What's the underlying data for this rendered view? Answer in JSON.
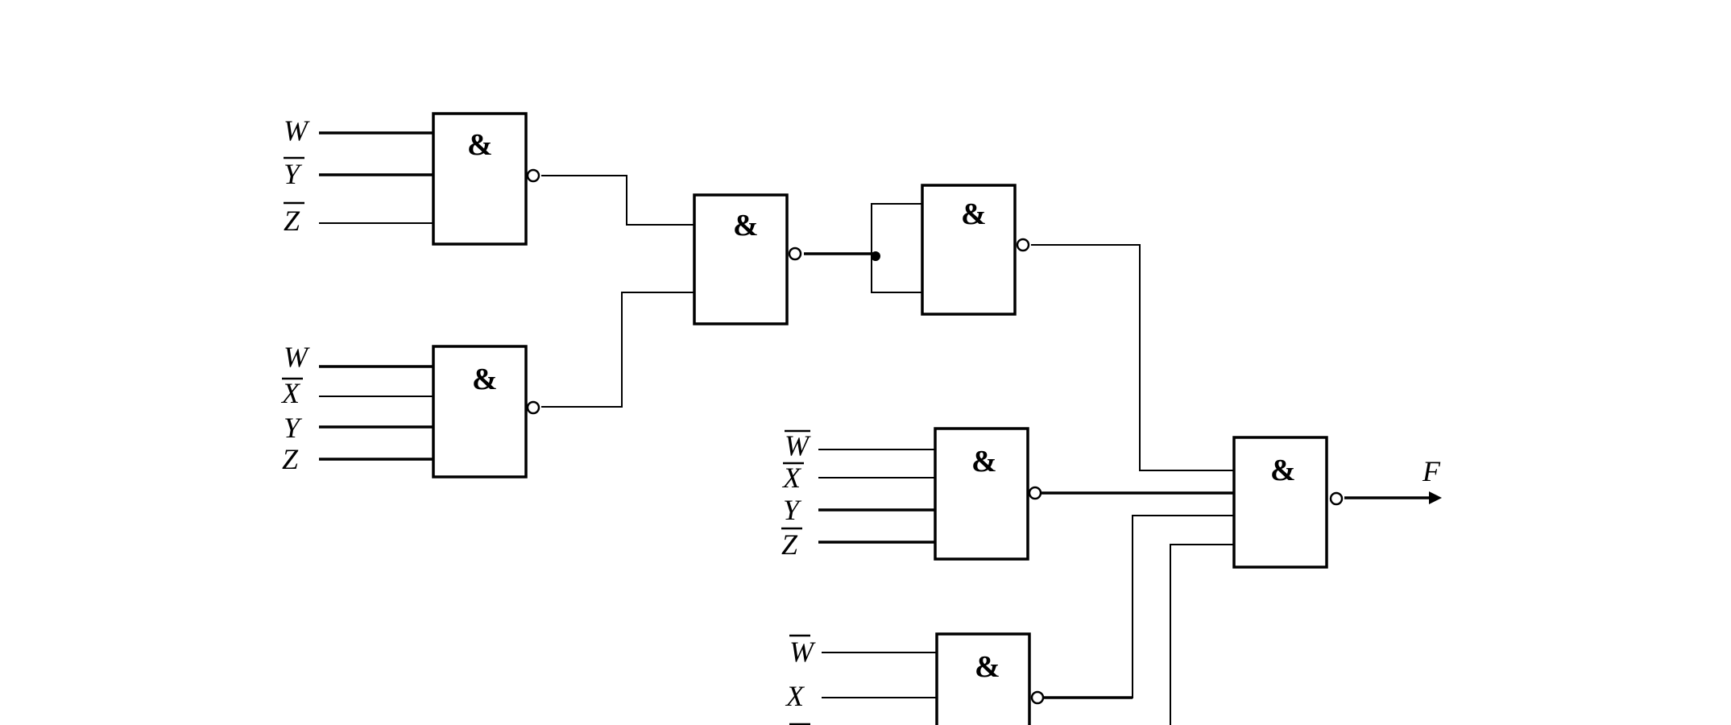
{
  "gate_symbol": "&",
  "gates": [
    {
      "id": "g1",
      "inputs": [
        {
          "var": "W",
          "bar": false
        },
        {
          "var": "Y",
          "bar": true
        },
        {
          "var": "Z",
          "bar": true
        }
      ]
    },
    {
      "id": "g2",
      "inputs": [
        {
          "var": "W",
          "bar": false
        },
        {
          "var": "X",
          "bar": true
        },
        {
          "var": "Y",
          "bar": false
        },
        {
          "var": "Z",
          "bar": false
        }
      ]
    },
    {
      "id": "g3",
      "inputs": []
    },
    {
      "id": "g4",
      "inputs": []
    },
    {
      "id": "g5",
      "inputs": [
        {
          "var": "W",
          "bar": true
        },
        {
          "var": "X",
          "bar": true
        },
        {
          "var": "Y",
          "bar": false
        },
        {
          "var": "Z",
          "bar": true
        }
      ]
    },
    {
      "id": "g6",
      "inputs": [
        {
          "var": "W",
          "bar": true
        },
        {
          "var": "X",
          "bar": false
        }
      ]
    },
    {
      "id": "g7",
      "inputs": []
    }
  ],
  "output_label": "F"
}
